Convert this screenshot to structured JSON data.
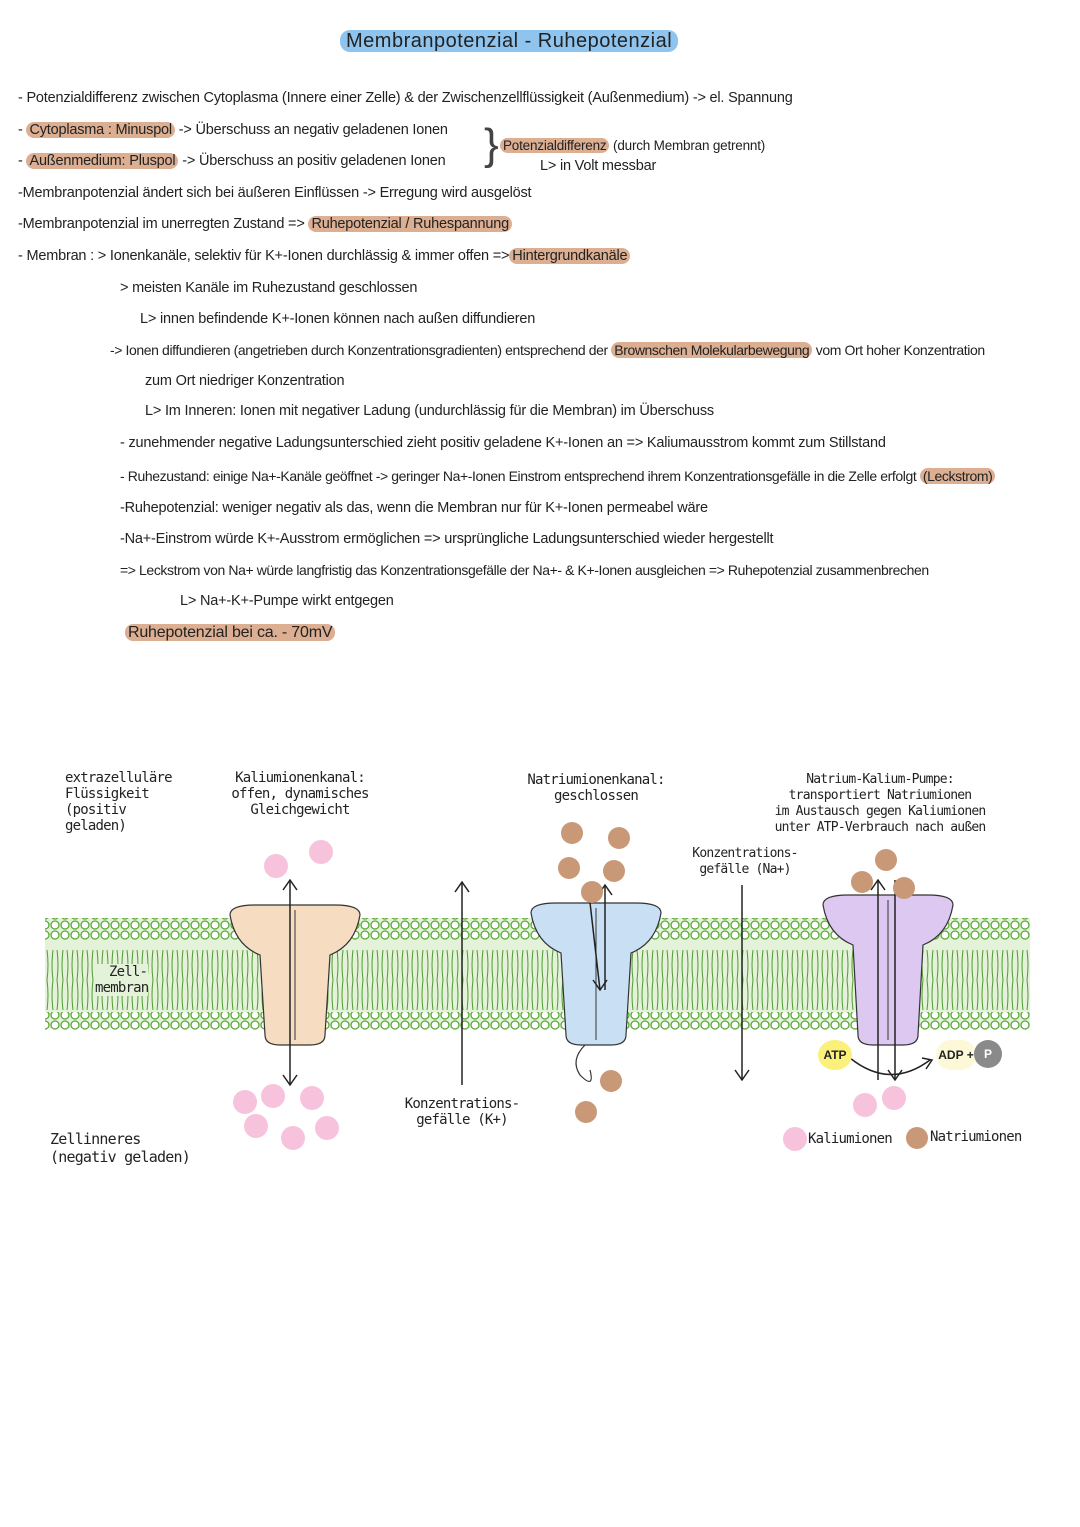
{
  "title": "Membranpotenzial - Ruhepotenzial",
  "notes": {
    "l1": "- Potenzialdifferenz zwischen Cytoplasma (Innere einer Zelle) & der Zwischenzellflüssigkeit (Außenmedium) -> el. Spannung",
    "l2_hl": "Cytoplasma : Minuspol",
    "l2": "-> Überschuss an negativ geladenen Ionen",
    "l3_hl": "Außenmedium: Pluspol",
    "l3": "-> Überschuss an positiv geladenen Ionen",
    "brace_hl": "Potenzialdifferenz",
    "brace": "(durch Membran getrennt)",
    "brace2": "L> in Volt messbar",
    "l4": "-Membranpotenzial ändert sich bei äußeren Einflüssen -> Erregung wird ausgelöst",
    "l5": "-Membranpotenzial im unerregten Zustand =>",
    "l5_hl": "Ruhepotenzial / Ruhespannung",
    "l6": "- Membran :  > Ionenkanäle, selektiv für K+-Ionen durchlässig & immer offen =>",
    "l6_hl": "Hintergrundkanäle",
    "l7": "> meisten Kanäle im Ruhezustand geschlossen",
    "l8": "L> innen befindende K+-Ionen können nach außen diffundieren",
    "l9a": "-> Ionen diffundieren (angetrieben durch Konzentrationsgradienten) entsprechend der",
    "l9_hl": "Brownschen Molekularbewegung",
    "l9b": "vom Ort hoher Konzentration",
    "l10": "zum Ort niedriger Konzentration",
    "l11": "L> Im Inneren: Ionen mit negativer Ladung (undurchlässig für die Membran) im Überschuss",
    "l12": "- zunehmender negative Ladungsunterschied zieht positiv geladene K+-Ionen an => Kaliumausstrom kommt zum Stillstand",
    "l13": "- Ruhezustand: einige Na+-Kanäle geöffnet -> geringer Na+-Ionen Einstrom entsprechend ihrem Konzentrationsgefälle in die Zelle erfolgt",
    "l13_hl": "(Leckstrom)",
    "l14": "-Ruhepotenzial: weniger negativ als das, wenn die Membran nur für K+-Ionen permeabel wäre",
    "l15": "-Na+-Einstrom würde K+-Ausstrom ermöglichen => ursprüngliche Ladungsunterschied wieder hergestellt",
    "l16": "=> Leckstrom von Na+ würde langfristig das Konzentrationsgefälle der Na+- & K+-Ionen ausgleichen => Ruhepotenzial zusammenbrechen",
    "l17": "L> Na+-K+-Pumpe wirkt entgegen",
    "l18_hl": "Ruhepotenzial bei ca. - 70mV"
  },
  "diagram": {
    "extracellular": [
      "extrazelluläre",
      "Flüssigkeit",
      "(positiv",
      "geladen)"
    ],
    "k_channel": [
      "Kaliumionenkanal:",
      "offen, dynamisches",
      "Gleichgewicht"
    ],
    "na_channel": [
      "Natriumionenkanal:",
      "geschlossen"
    ],
    "pump": [
      "Natrium-Kalium-Pumpe:",
      "transportiert Natriumionen",
      "im Austausch gegen Kaliumionen",
      "unter ATP-Verbrauch nach außen"
    ],
    "gradient_na": [
      "Konzentrations-",
      "gefälle (Na+)"
    ],
    "membrane": [
      "Zell-",
      "membran"
    ],
    "gradient_k": [
      "Konzentrations-",
      "gefälle (K+)"
    ],
    "intracellular": [
      "Zellinneres",
      "(negativ geladen)"
    ],
    "atp": "ATP",
    "adp": "ADP +",
    "p": "P",
    "legend_k": "Kaliumionen",
    "legend_na": "Natriumionen"
  },
  "colors": {
    "highlight": "#dcae92",
    "title_highlight": "#8fc4ee",
    "membrane": "#5aa83a",
    "k_channel": "#f6dcc0",
    "na_channel": "#c9e0f4",
    "pump": "#dcc8f0",
    "k_ion": "#f7c3dc",
    "na_ion": "#c99876",
    "atp": "#fbf07a",
    "p": "#8a8a8a"
  }
}
